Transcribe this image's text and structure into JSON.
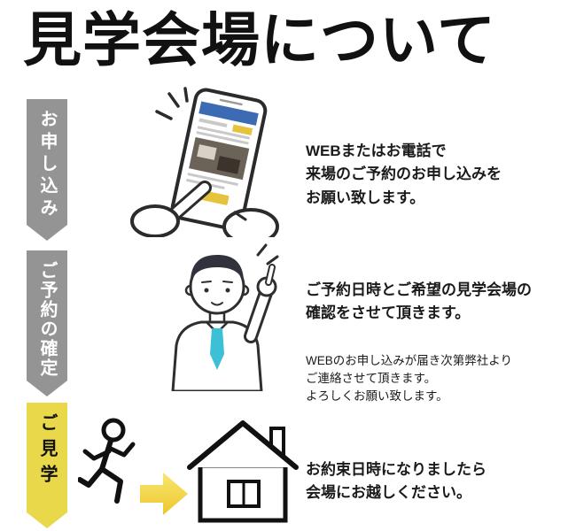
{
  "title": "見学会場について",
  "steps": [
    {
      "banner_label": "お申し込み",
      "illustration": "smartphone-tap",
      "heading": "WEBまたはお電話で\n来場のご予約のお申し込みを\nお願い致します。"
    },
    {
      "banner_label": "ご予約の確定",
      "illustration": "man-pointing",
      "heading": "ご予約日時とご希望の見学会場の\n確認をさせて頂きます。",
      "body": "WEBのお申し込みが届き次第弊社より\nご連絡させて頂きます。\nよろしくお願い致します。"
    },
    {
      "banner_label": "ご見学",
      "illustration": "run-arrow-house",
      "heading": "お約束日時になりましたら\n会場にお越しください。"
    }
  ],
  "icons": [
    "smartphone-icon",
    "pointing-hand-icon",
    "holding-hand-icon",
    "spark-lines-icon",
    "man-icon",
    "running-person-icon",
    "arrow-right-icon",
    "house-icon"
  ],
  "colors": {
    "banner_gray": "#949494",
    "banner_yellow": "#e9d84a",
    "arrow_yellow_light": "#f7e76e",
    "arrow_yellow": "#eec62f",
    "phone_header_blue": "#3d6bb3",
    "phone_button_yellow": "#e6c33c",
    "tie_teal": "#3cc0d6",
    "text_black": "#1a1a1a"
  }
}
